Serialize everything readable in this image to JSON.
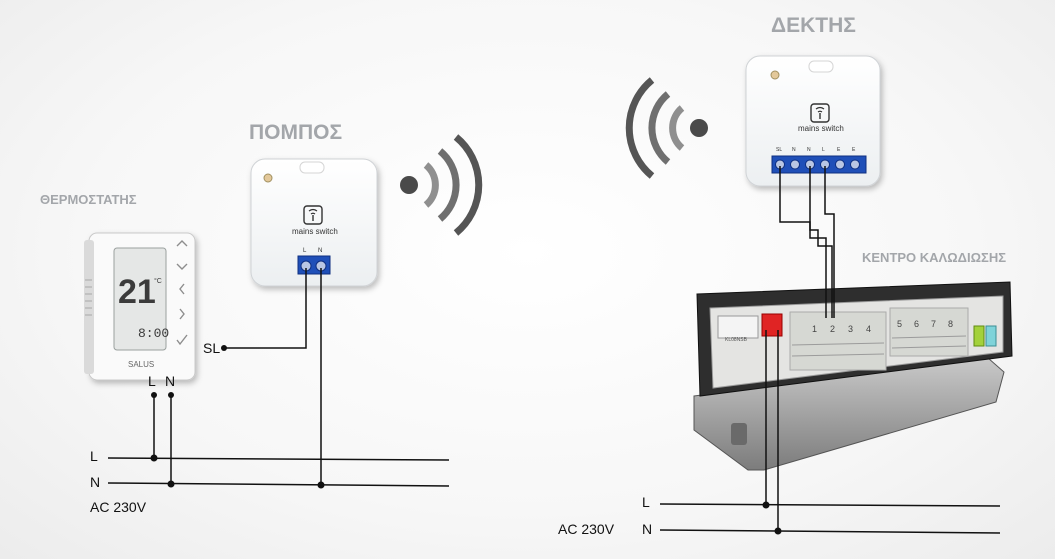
{
  "titles": {
    "transmitter": "ΠΟΜΠΟΣ",
    "receiver": "ΔΕΚΤΗΣ",
    "thermostat": "ΘΕΡΜΟΣΤΑΤΗΣ",
    "wiring_center": "ΚΕΝΤΡΟ ΚΑΛΩΔΙΩΣΗΣ"
  },
  "transmitter": {
    "label": "mains switch",
    "terminals": [
      "L",
      "N"
    ]
  },
  "receiver": {
    "label": "mains switch",
    "terminals": [
      "SL",
      "N",
      "N",
      "L",
      "E",
      "E"
    ]
  },
  "thermostat": {
    "display_temp": "21",
    "display_unit": "°C",
    "display_time": "8:00",
    "brand": "SALUS",
    "terminals": [
      "L",
      "N"
    ],
    "output": "SL"
  },
  "wiring_center": {
    "zones": [
      "1",
      "2",
      "3",
      "4",
      "5",
      "6",
      "7",
      "8"
    ],
    "model": "KL08NSB"
  },
  "supply_left": {
    "L": "L",
    "N": "N",
    "voltage": "AC 230V"
  },
  "supply_right": {
    "L": "L",
    "N": "N",
    "voltage": "AC 230V"
  },
  "colors": {
    "title_gray": "#a3a6aa",
    "terminal_blue": "#1f4fb8",
    "wire": "#111111",
    "device_white": "#ffffff"
  },
  "icons": [
    "wifi-waves-icon",
    "wifi-waves-icon",
    "device-logo-icon",
    "device-logo-icon"
  ]
}
